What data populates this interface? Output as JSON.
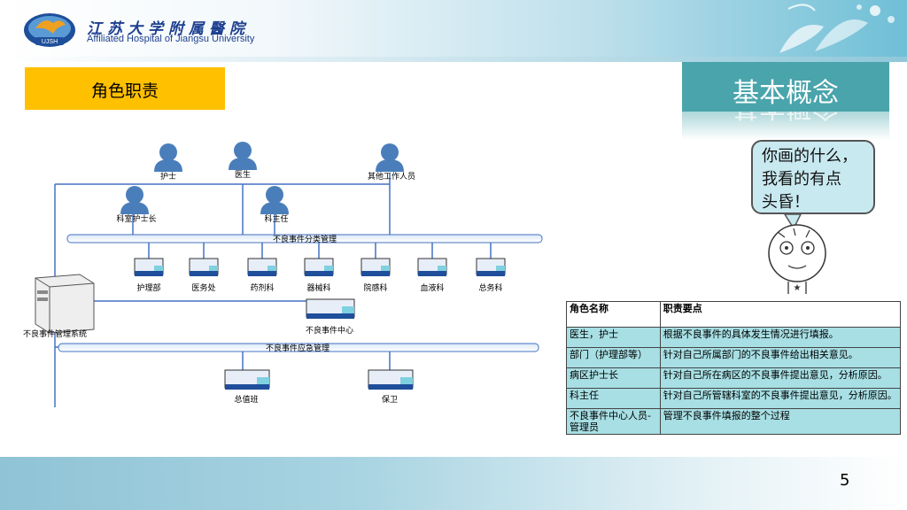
{
  "header": {
    "logo_cn": "江苏大学附属醫院",
    "logo_en": "Affiliated Hospital of Jiangsu University",
    "logo_badge": "UJSH"
  },
  "slide": {
    "title": "角色职责",
    "concept": "基本概念",
    "page_number": "5"
  },
  "bubble": {
    "lines": [
      "你画的什么，",
      "我看的有点",
      "头昏！"
    ]
  },
  "diagram": {
    "people": {
      "nurse": "护士",
      "doctor": "医生",
      "other": "其他工作人员",
      "head_nurse": "科室护士长",
      "director": "科主任"
    },
    "bus_top": "不良事件分类管理",
    "bus_bottom": "不良事件应急管理",
    "server": "不良事件管理系统",
    "departments": [
      "护理部",
      "医务处",
      "药剂科",
      "器械科",
      "院感科",
      "血液科",
      "总务科"
    ],
    "center": "不良事件中心",
    "bottom_nodes": [
      "总值班",
      "保卫"
    ]
  },
  "table": {
    "headers": [
      "角色名称",
      "职责要点"
    ],
    "rows": [
      [
        "医生，护士",
        "根据不良事件的具体发生情况进行填报。"
      ],
      [
        "部门（护理部等）",
        "针对自己所属部门的不良事件给出相关意见。"
      ],
      [
        "病区护士长",
        "针对自己所在病区的不良事件提出意见，分析原因。"
      ],
      [
        "科主任",
        "针对自己所管辖科室的不良事件提出意见，分析原因。"
      ],
      [
        "不良事件中心人员-管理员",
        "管理不良事件填报的整个过程"
      ]
    ]
  },
  "colors": {
    "title_bg": "#ffc000",
    "concept_bg": "#4aa4ab",
    "table_row_bg": "#a7dfe4",
    "person_fill": "#4a7ebb",
    "line": "#4472c4"
  }
}
